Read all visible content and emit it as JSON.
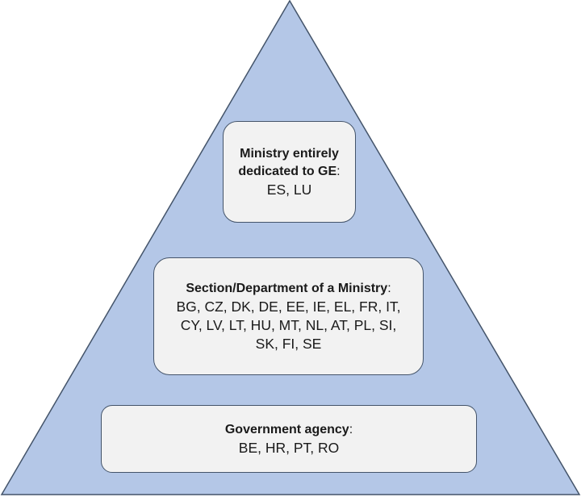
{
  "colors": {
    "pyramid_fill": "#B4C7E7",
    "pyramid_stroke": "#44546A",
    "box_fill": "#F2F2F2",
    "box_stroke": "#44546A"
  },
  "pyramid": {
    "levels": [
      {
        "title": "Ministry entirely dedicated to GE",
        "title_line1": "Ministry entirely",
        "title_line2": "dedicated to GE",
        "colon": ":",
        "members_text": "ES, LU",
        "members": [
          "ES",
          "LU"
        ]
      },
      {
        "title": "Section/Department of a Ministry",
        "colon": ":",
        "members_line1": "BG, CZ, DK, DE, EE, IE, EL, FR, IT,",
        "members_line2": "CY, LV, LT, HU, MT, NL, AT, PL, SI,",
        "members_line3": "SK, FI, SE",
        "members": [
          "BG",
          "CZ",
          "DK",
          "DE",
          "EE",
          "IE",
          "EL",
          "FR",
          "IT",
          "CY",
          "LV",
          "LT",
          "HU",
          "MT",
          "NL",
          "AT",
          "PL",
          "SI",
          "SK",
          "FI",
          "SE"
        ]
      },
      {
        "title": "Government agency",
        "colon": ":",
        "members_text": "BE, HR, PT, RO",
        "members": [
          "BE",
          "HR",
          "PT",
          "RO"
        ]
      }
    ]
  }
}
